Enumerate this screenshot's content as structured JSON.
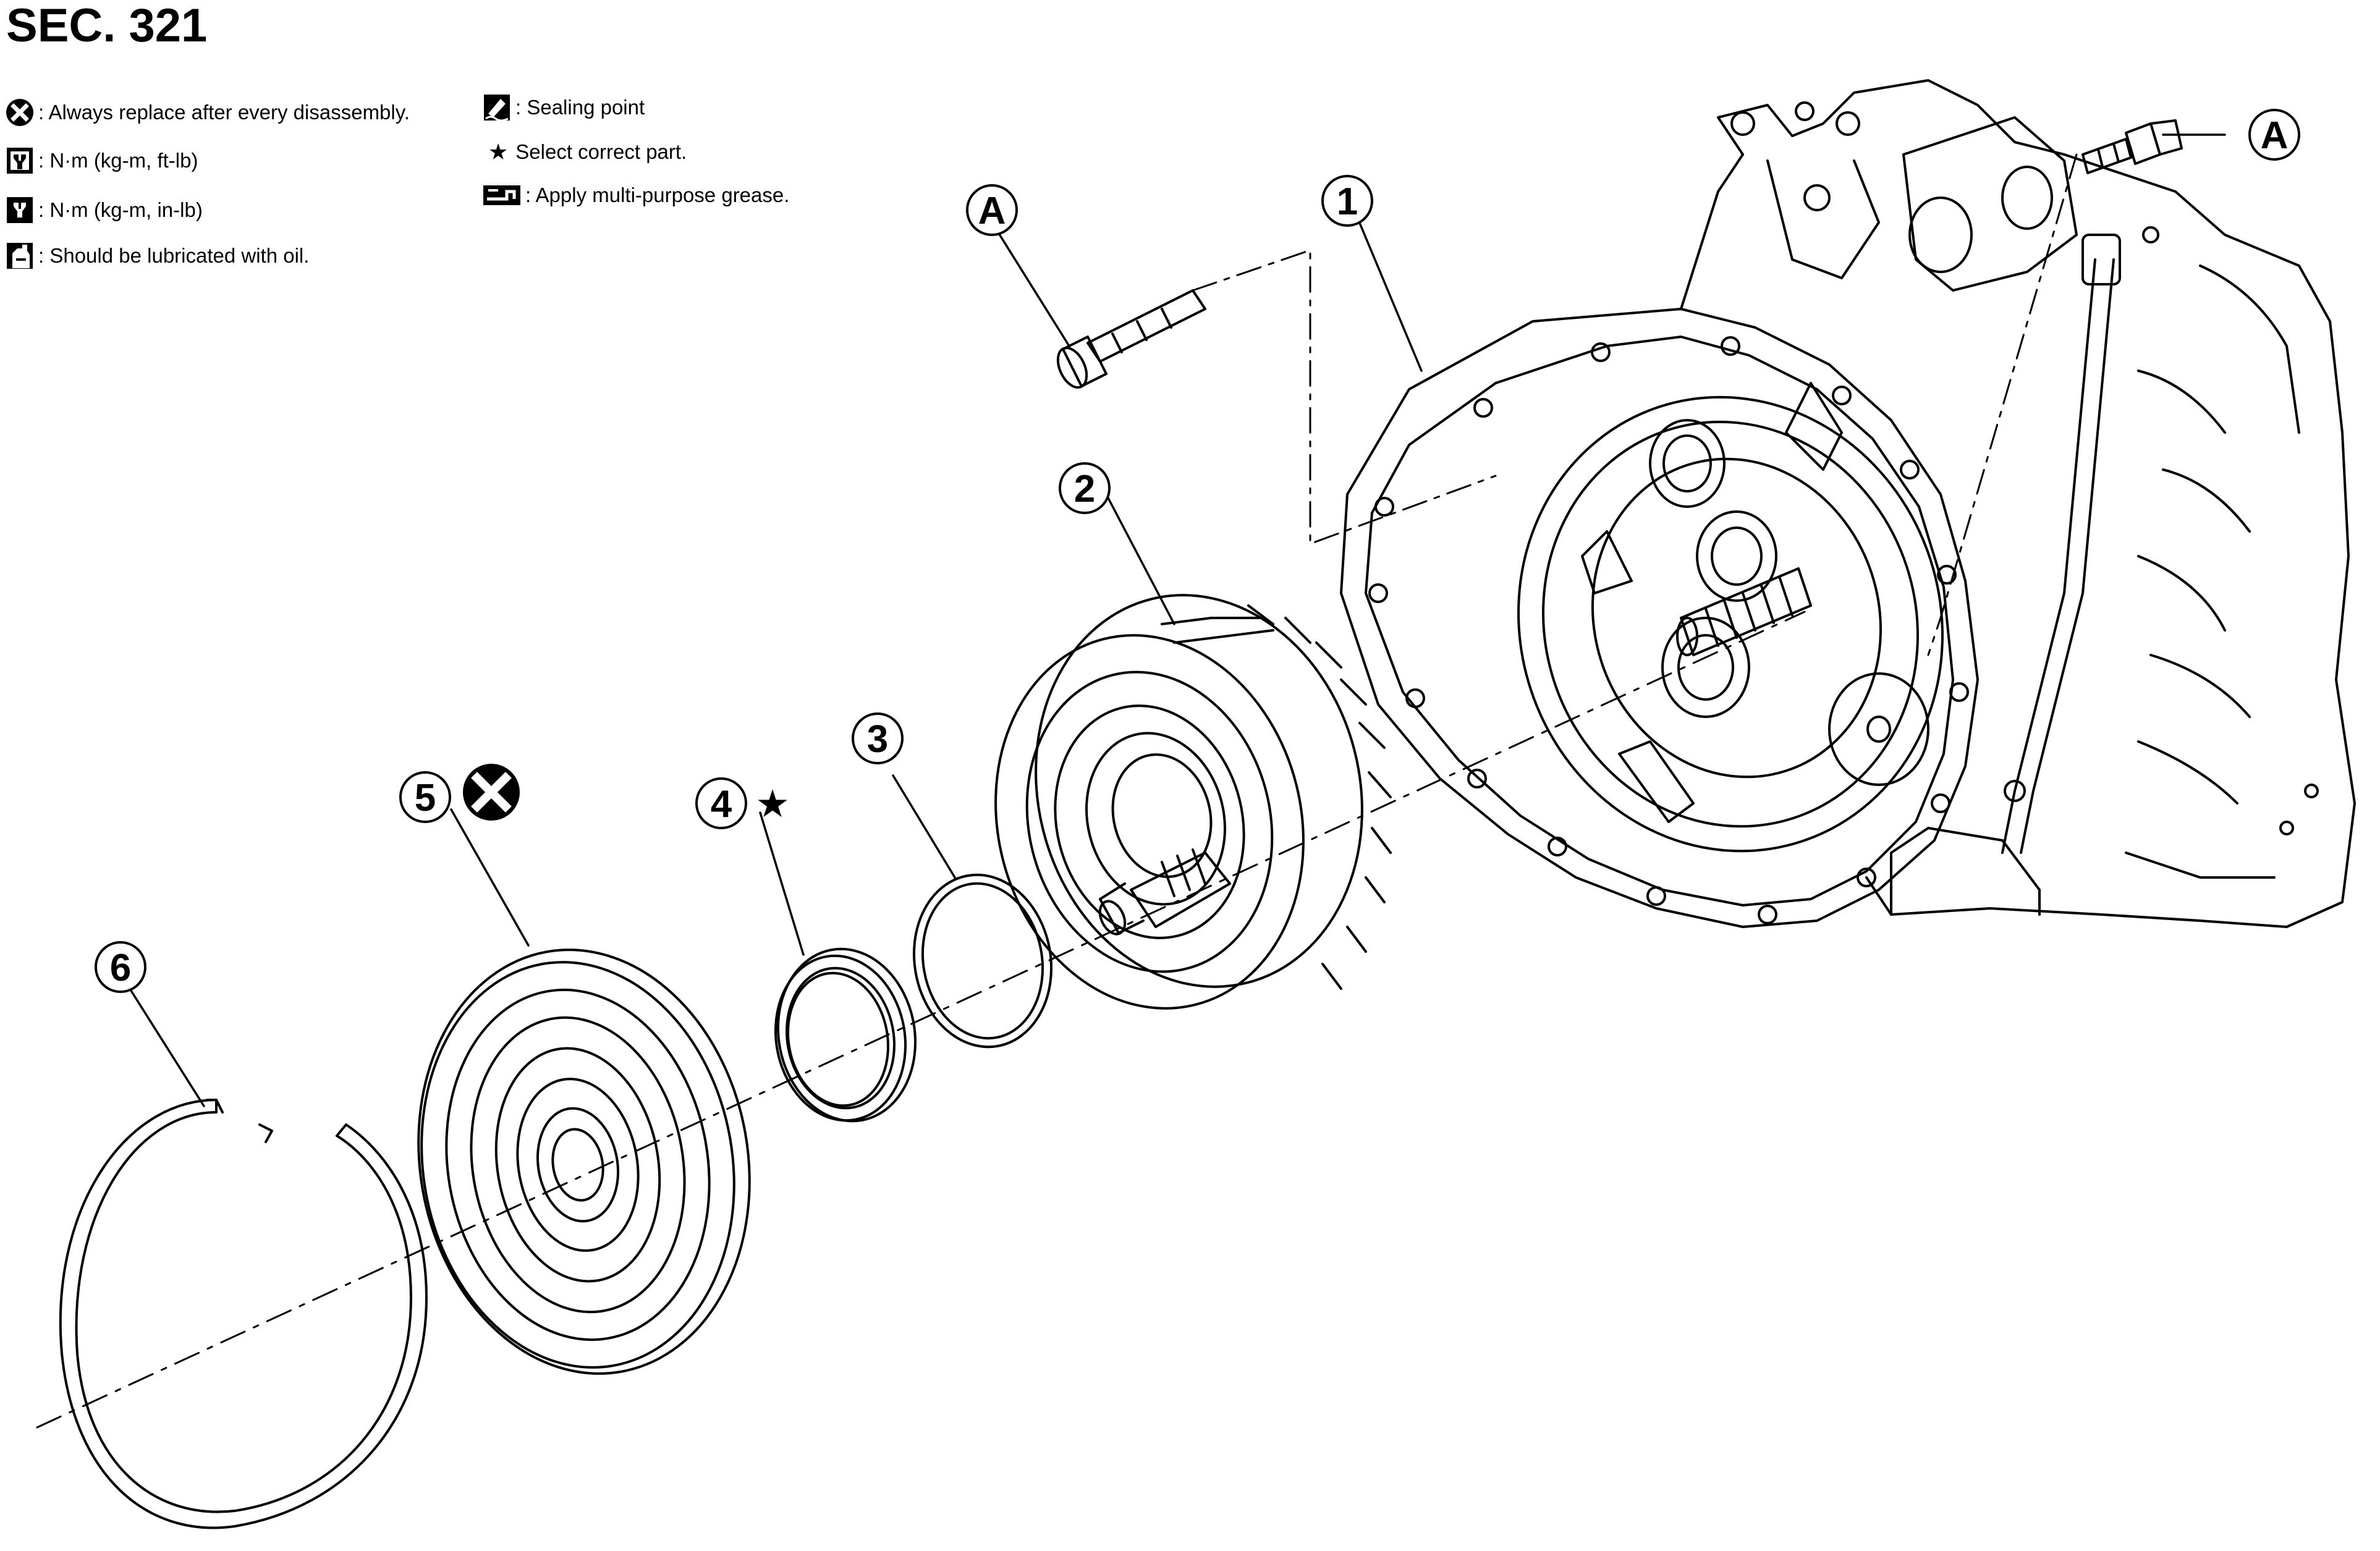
{
  "title": "SEC. 321",
  "legend": [
    {
      "icon": "replace-after-disassembly-icon",
      "text": ": Always replace after every disassembly."
    },
    {
      "icon": "torque-ft-lb-icon",
      "text": ": N·m (kg-m, ft-lb)"
    },
    {
      "icon": "torque-in-lb-icon",
      "text": ": N·m (kg-m, in-lb)"
    },
    {
      "icon": "lubricate-with-oil-icon",
      "text": ": Should be lubricated with oil."
    },
    {
      "icon": "sealing-point-icon",
      "text": ": Sealing point"
    },
    {
      "icon": "select-part-star-icon",
      "symbol": "★",
      "text": "Select correct part."
    },
    {
      "icon": "multi-purpose-grease-icon",
      "text": ": Apply multi-purpose grease."
    }
  ],
  "callouts": {
    "c1": "1",
    "c2": "2",
    "c3": "3",
    "c4": "4",
    "c5": "5",
    "c6": "6",
    "a_left": "A",
    "a_right": "A",
    "star": "★"
  },
  "colors": {
    "ink": "#000000",
    "paper": "#ffffff"
  }
}
